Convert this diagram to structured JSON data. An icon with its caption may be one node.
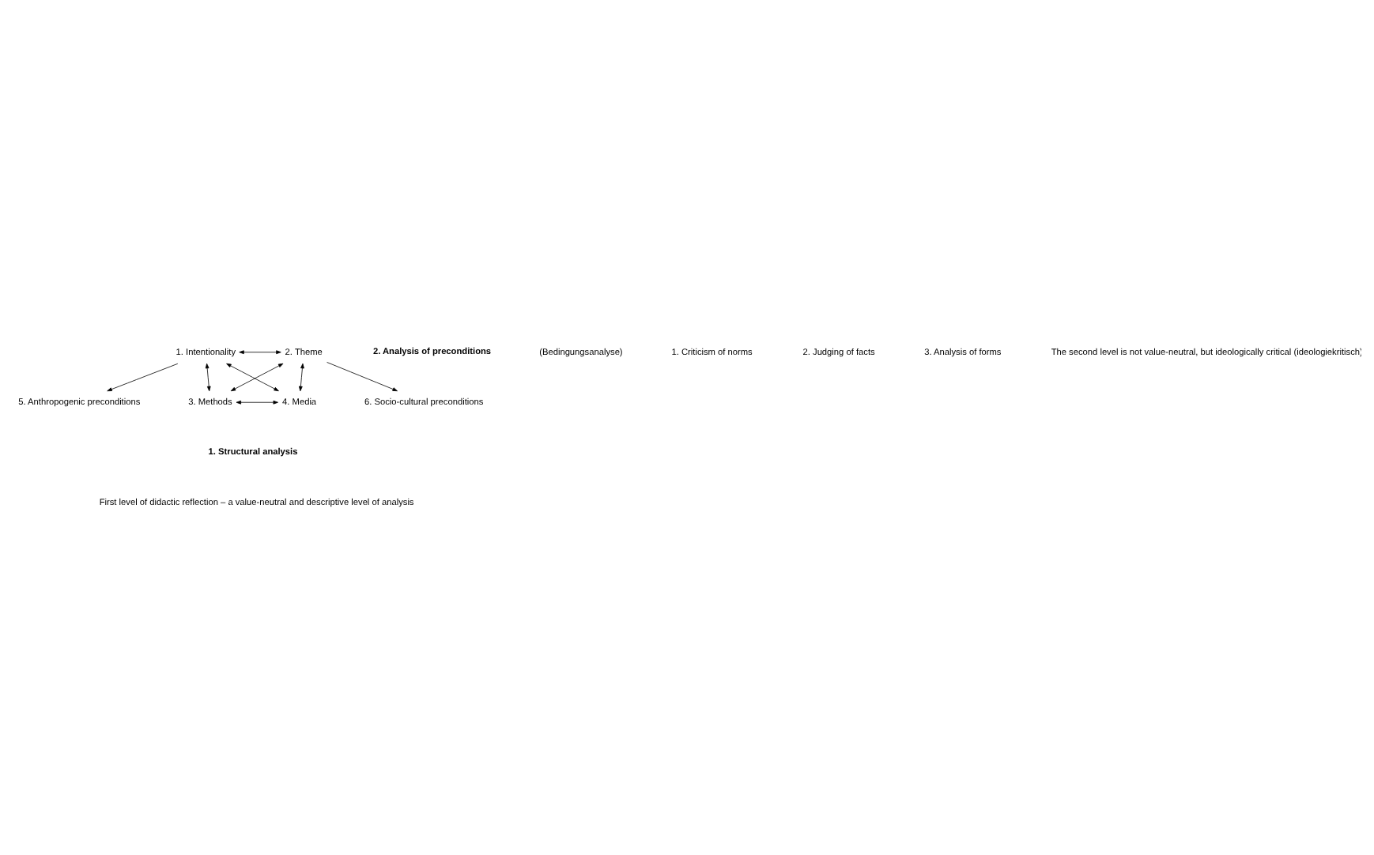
{
  "diagram": {
    "nodes": [
      {
        "text": [
          "1. Intentionality"
        ]
      },
      {
        "text": [
          "2. Theme"
        ]
      },
      {
        "text": [
          "3. Methods"
        ]
      },
      {
        "text": [
          "4. Media"
        ]
      },
      {
        "text": [
          "5. Anthropogenic preconditions"
        ]
      },
      {
        "text": [
          "6. Socio-cultural preconditions"
        ]
      }
    ],
    "edges": [
      {
        "from": 0,
        "to": 1,
        "arrow": "both"
      },
      {
        "from": 0,
        "to": 2,
        "arrow": "both"
      },
      {
        "from": 0,
        "to": 3,
        "arrow": "both"
      },
      {
        "from": 1,
        "to": 2,
        "arrow": "both"
      },
      {
        "from": 1,
        "to": 3,
        "arrow": "both"
      },
      {
        "from": 2,
        "to": 3,
        "arrow": "both"
      },
      {
        "from": 0,
        "to": 4,
        "arrow": "to"
      },
      {
        "from": 1,
        "to": 5,
        "arrow": "to"
      }
    ],
    "labels": [
      "1. Structural analysis",
      "First level of didactic reflection – a value-neutral and descriptive level of analysis",
      "2. Analysis of preconditions",
      "(Bedingungsanalyse)",
      "1. Criticism of norms",
      "2. Judging of facts",
      "3. Analysis of forms",
      "The second level is not value-neutral, but ideologically critical (ideologiekritisch)"
    ]
  }
}
